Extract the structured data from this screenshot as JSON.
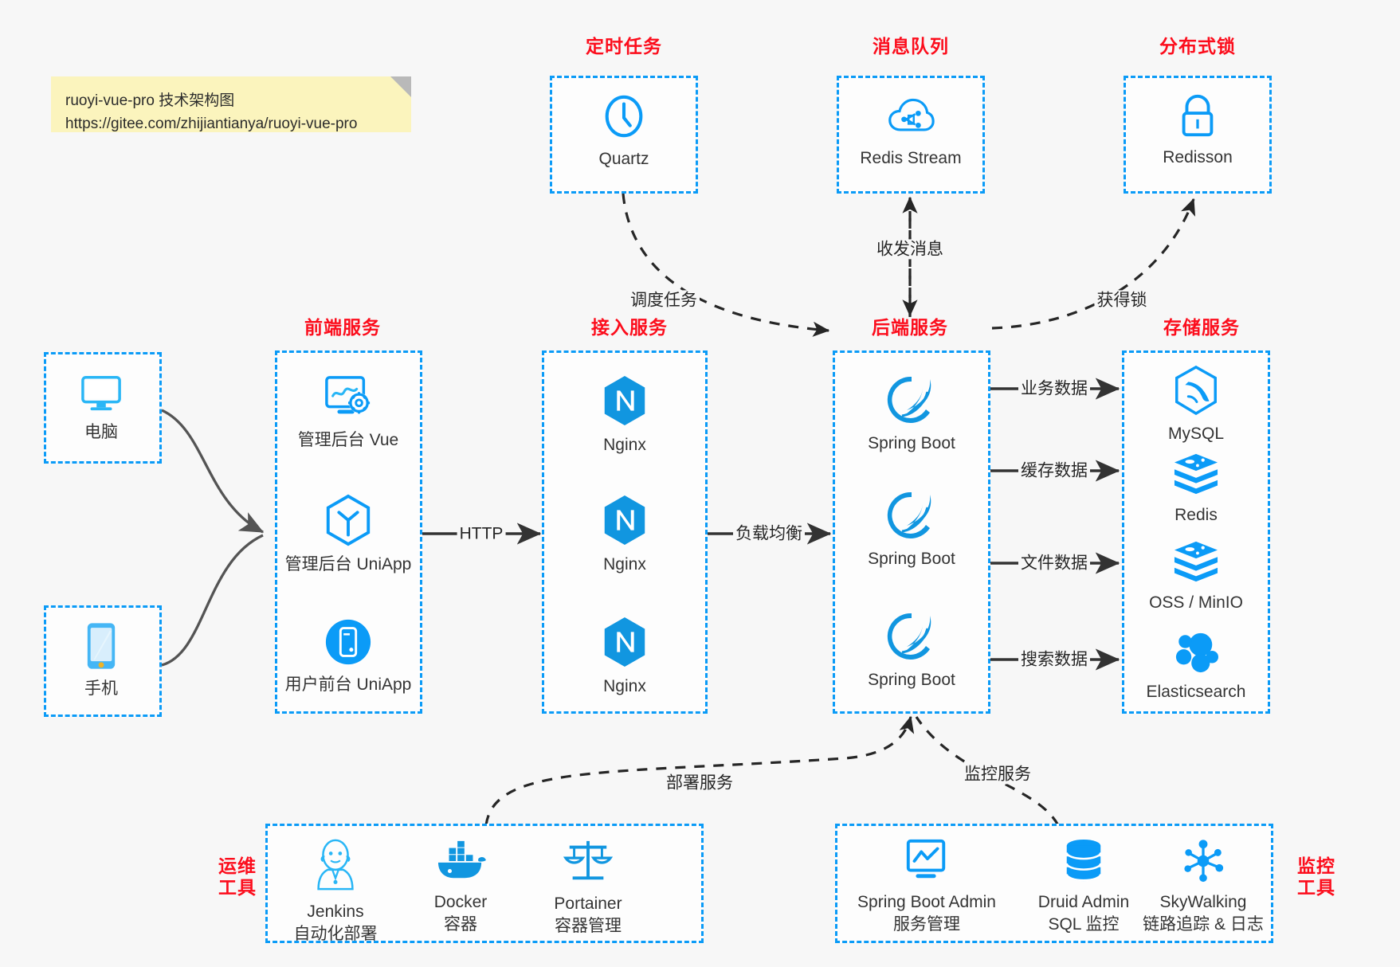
{
  "note": {
    "line1": "ruoyi-vue-pro 技术架构图",
    "line2": "https://gitee.com/zhijiantianya/ruoyi-vue-pro"
  },
  "colors": {
    "dashed_border": "#0b9bf7",
    "group_title": "#fc0d1c",
    "icon_blue": "#0b9bf7",
    "icon_blue_dark": "#0d8ddb",
    "background": "#f7f7f7",
    "note_bg": "#fbf4bd",
    "arrow": "#333333",
    "text": "#343434"
  },
  "groups": {
    "scheduler": {
      "title": "定时任务",
      "nodes": [
        {
          "label": "Quartz",
          "icon": "clock-icon"
        }
      ]
    },
    "mq": {
      "title": "消息队列",
      "nodes": [
        {
          "label": "Redis Stream",
          "icon": "cloud-stream-icon"
        }
      ]
    },
    "lock": {
      "title": "分布式锁",
      "nodes": [
        {
          "label": "Redisson",
          "icon": "padlock-icon"
        }
      ]
    },
    "client_pc": {
      "nodes": [
        {
          "label": "电脑",
          "icon": "desktop-monitor-icon"
        }
      ]
    },
    "client_mobile": {
      "nodes": [
        {
          "label": "手机",
          "icon": "smartphone-icon"
        }
      ]
    },
    "frontend": {
      "title": "前端服务",
      "nodes": [
        {
          "label": "管理后台 Vue",
          "icon": "dashboard-gear-icon"
        },
        {
          "label": "管理后台 UniApp",
          "icon": "uniapp-hexagon-icon"
        },
        {
          "label": "用户前台 UniApp",
          "icon": "mobile-app-circle-icon"
        }
      ]
    },
    "gateway": {
      "title": "接入服务",
      "nodes": [
        {
          "label": "Nginx",
          "icon": "nginx-icon"
        },
        {
          "label": "Nginx",
          "icon": "nginx-icon"
        },
        {
          "label": "Nginx",
          "icon": "nginx-icon"
        }
      ]
    },
    "backend": {
      "title": "后端服务",
      "nodes": [
        {
          "label": "Spring Boot",
          "icon": "spring-boot-leaf-icon"
        },
        {
          "label": "Spring Boot",
          "icon": "spring-boot-leaf-icon"
        },
        {
          "label": "Spring Boot",
          "icon": "spring-boot-leaf-icon"
        }
      ]
    },
    "storage": {
      "title": "存储服务",
      "nodes": [
        {
          "label": "MySQL",
          "icon": "mysql-dolphin-icon"
        },
        {
          "label": "Redis",
          "icon": "redis-stack-icon"
        },
        {
          "label": "OSS / MinIO",
          "icon": "object-storage-stack-icon"
        },
        {
          "label": "Elasticsearch",
          "icon": "elasticsearch-icon"
        }
      ]
    },
    "devops": {
      "title_line1": "运维",
      "title_line2": "工具",
      "nodes": [
        {
          "label": "Jenkins",
          "sub": "自动化部署",
          "icon": "jenkins-butler-icon"
        },
        {
          "label": "Docker",
          "sub": "容器",
          "icon": "docker-whale-icon"
        },
        {
          "label": "Portainer",
          "sub": "容器管理",
          "icon": "scales-balance-icon"
        }
      ]
    },
    "monitor": {
      "title_line1": "监控",
      "title_line2": "工具",
      "nodes": [
        {
          "label": "Spring Boot Admin",
          "sub": "服务管理",
          "icon": "monitor-chart-icon"
        },
        {
          "label": "Druid Admin",
          "sub": "SQL 监控",
          "icon": "database-cylinder-icon"
        },
        {
          "label": "SkyWalking",
          "sub": "链路追踪 & 日志",
          "icon": "skywalking-nodes-icon"
        }
      ]
    }
  },
  "edges": [
    {
      "id": "http",
      "label": "HTTP",
      "style": "solid"
    },
    {
      "id": "load-balance",
      "label": "负载均衡",
      "style": "solid"
    },
    {
      "id": "biz-data",
      "label": "业务数据",
      "style": "solid"
    },
    {
      "id": "cache-data",
      "label": "缓存数据",
      "style": "solid"
    },
    {
      "id": "file-data",
      "label": "文件数据",
      "style": "solid"
    },
    {
      "id": "search-data",
      "label": "搜索数据",
      "style": "solid"
    },
    {
      "id": "schedule-task",
      "label": "调度任务",
      "style": "dashed"
    },
    {
      "id": "send-receive",
      "label": "收发消息",
      "style": "dashed"
    },
    {
      "id": "acquire-lock",
      "label": "获得锁",
      "style": "dashed"
    },
    {
      "id": "deploy-service",
      "label": "部署服务",
      "style": "dashed"
    },
    {
      "id": "monitor-service",
      "label": "监控服务",
      "style": "dashed"
    }
  ]
}
